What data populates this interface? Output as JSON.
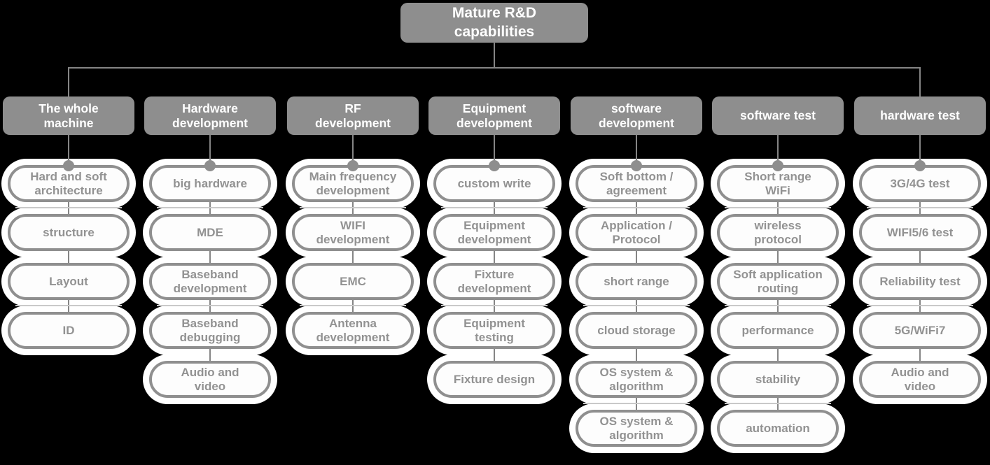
{
  "colors": {
    "background": "#000000",
    "node_fill": "#8e8e8e",
    "node_text": "#ffffff",
    "pill_fill": "#fdfdfd",
    "pill_border": "#8f8f8f",
    "pill_text": "#929292",
    "connector": "#858585",
    "halo": "#ffffff",
    "divider": "#c9c9c9"
  },
  "root": {
    "label": "Mature R&D\ncapabilities"
  },
  "columns": [
    {
      "title": "The whole\nmachine",
      "items": [
        "Hard and soft\narchitecture",
        "structure",
        "Layout",
        "ID"
      ]
    },
    {
      "title": "Hardware\ndevelopment",
      "items": [
        "big hardware",
        "MDE",
        "Baseband\ndevelopment",
        "Baseband\ndebugging",
        "Audio and\nvideo"
      ]
    },
    {
      "title": "RF\ndevelopment",
      "items": [
        "Main frequency\ndevelopment",
        "WIFI\ndevelopment",
        "EMC",
        "Antenna\ndevelopment"
      ]
    },
    {
      "title": "Equipment\ndevelopment",
      "items": [
        "custom write",
        "Equipment\ndevelopment",
        "Fixture\ndevelopment",
        "Equipment\ntesting",
        "Fixture design"
      ]
    },
    {
      "title": "software\ndevelopment",
      "items": [
        "Soft bottom /\nagreement",
        "Application /\nProtocol",
        "short range",
        "cloud storage",
        "OS system &\nalgorithm",
        "OS system &\nalgorithm"
      ]
    },
    {
      "title": "software test",
      "items": [
        "Short range\nWiFi",
        "wireless\nprotocol",
        "Soft application\nrouting",
        "performance",
        "stability",
        "automation"
      ]
    },
    {
      "title": "hardware test",
      "items": [
        "3G/4G test",
        "WIFI5/6 test",
        "Reliability test",
        "5G/WiFi7",
        "Audio and\nvideo"
      ]
    }
  ]
}
